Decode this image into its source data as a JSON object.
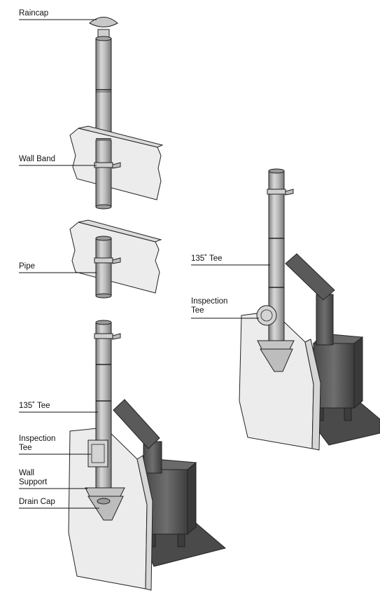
{
  "colors": {
    "steel": "#b8b8b8",
    "steel_dark": "#8a8a8a",
    "steel_light": "#e2e2e2",
    "stove": "#5a5a5a",
    "stove_dark": "#3c3c3c",
    "wall": "#ececec",
    "hearth": "#4a4a4a",
    "outline": "#222222"
  },
  "labels": {
    "raincap": "Raincap",
    "wall_band": "Wall Band",
    "pipe": "Pipe",
    "tee_left": "135˚ Tee",
    "inspection_left_1": "Inspection",
    "inspection_left_2": "Tee",
    "wall_support_1": "Wall",
    "wall_support_2": "Support",
    "drain_cap": "Drain Cap",
    "tee_right": "135˚ Tee",
    "inspection_right_1": "Inspection",
    "inspection_right_2": "Tee"
  }
}
